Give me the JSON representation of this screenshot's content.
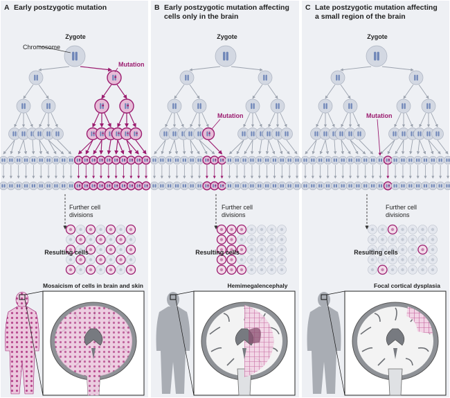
{
  "panels": [
    {
      "letter": "A",
      "title_lines": [
        "Early postzygotic mutation"
      ],
      "zygote_label": "Zygote",
      "chromosome_label": "Chromosome",
      "mutation_label": "Mutation",
      "divisions_label_lines": [
        "Further cell",
        "divisions"
      ],
      "resulting_label": "Resulting cells",
      "outcome_label": "Mosaicism of cells in brain and skin"
    },
    {
      "letter": "B",
      "title_lines": [
        "Early postzygotic mutation affecting",
        "cells only in the brain"
      ],
      "zygote_label": "Zygote",
      "mutation_label": "Mutation",
      "divisions_label_lines": [
        "Further cell",
        "divisions"
      ],
      "resulting_label": "Resulting cells",
      "outcome_label": "Hemimegalencephaly"
    },
    {
      "letter": "C",
      "title_lines": [
        "Late postzygotic mutation affecting",
        "a small region of the brain"
      ],
      "zygote_label": "Zygote",
      "mutation_label": "Mutation",
      "divisions_label_lines": [
        "Further cell",
        "divisions"
      ],
      "resulting_label": "Resulting cells",
      "outcome_label": "Focal cortical dysplasia"
    }
  ],
  "colors": {
    "panel_bg": "#eef0f4",
    "cell_fill": "#d3d8e2",
    "chromosome_fill": "#6f86b8",
    "mutation": "#9b1c6f",
    "mutant_tint": "#e6bcd7",
    "arrow": "#9aa1ad",
    "brain_matter": "#f3f3f3",
    "silhouette": "#a9adb4"
  }
}
